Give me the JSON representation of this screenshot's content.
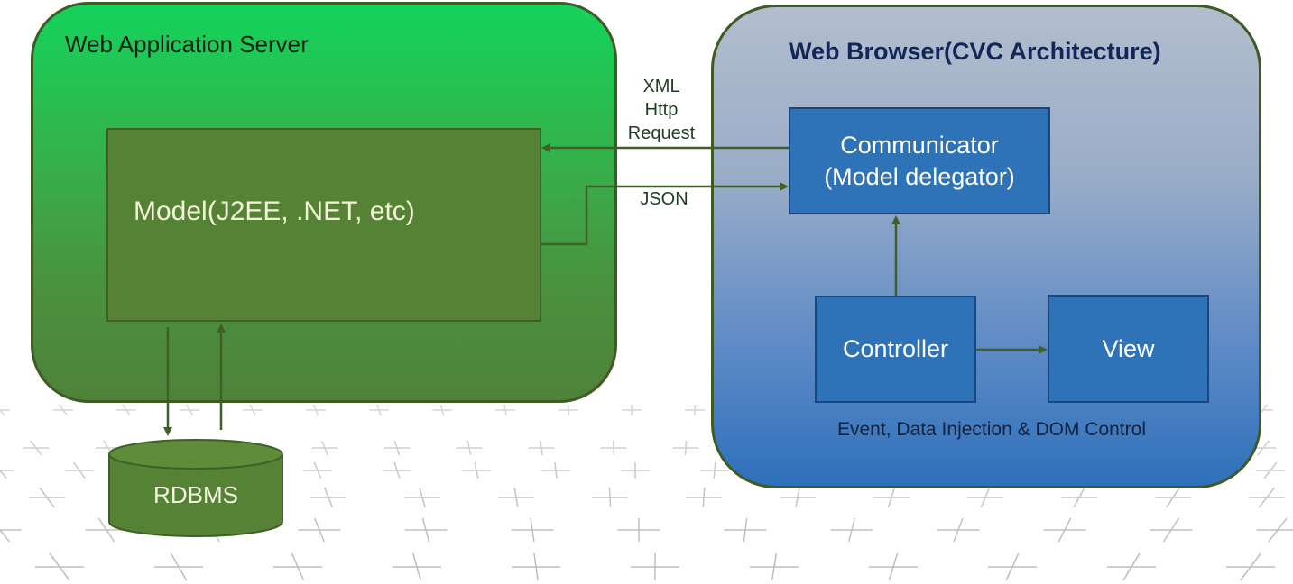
{
  "colors": {
    "was_panel_top": "#13d35c",
    "was_panel_bottom": "#4f823a",
    "browser_panel_top": "#b3bdcd",
    "browser_panel_bottom": "#2e70bb",
    "model_box": "#558234",
    "component_box": "#2e72b7",
    "connector": "#3e5f27"
  },
  "web_application_server": {
    "title": "Web Application Server",
    "model": {
      "label": "Model(J2EE,  .NET, etc)"
    },
    "database": {
      "label": "RDBMS"
    }
  },
  "web_browser": {
    "title": "Web Browser(CVC Architecture)",
    "communicator": {
      "line1": "Communicator",
      "line2": "(Model delegator)"
    },
    "controller": {
      "label": "Controller"
    },
    "view": {
      "label": "View"
    },
    "caption": "Event, Data Injection & DOM Control"
  },
  "connections": {
    "request": {
      "line1": "XML",
      "line2": "Http",
      "line3": "Request"
    },
    "response": "JSON"
  }
}
